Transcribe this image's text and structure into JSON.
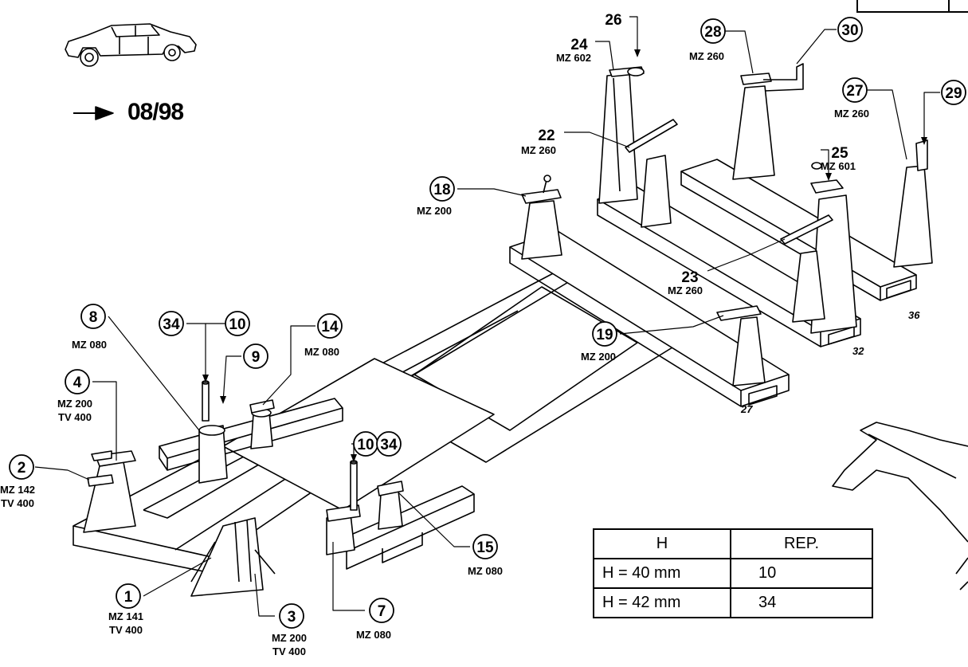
{
  "release": {
    "date": "08/98"
  },
  "table": {
    "headers": [
      "H",
      "REP."
    ],
    "rows": [
      {
        "height": "H = 40 mm",
        "rep": "10"
      },
      {
        "height": "H = 42 mm",
        "rep": "34"
      }
    ]
  },
  "callouts": [
    {
      "id": "c1",
      "num": "1",
      "circled": true,
      "codes": [
        "MZ 141",
        "TV 400"
      ]
    },
    {
      "id": "c2",
      "num": "2",
      "circled": true,
      "codes": [
        "MZ 142",
        "TV 400"
      ]
    },
    {
      "id": "c3",
      "num": "3",
      "circled": true,
      "codes": [
        "MZ 200",
        "TV 400"
      ]
    },
    {
      "id": "c4",
      "num": "4",
      "circled": true,
      "codes": [
        "MZ 200",
        "TV 400"
      ]
    },
    {
      "id": "c7",
      "num": "7",
      "circled": true,
      "codes": [
        "MZ 080"
      ]
    },
    {
      "id": "c8",
      "num": "8",
      "circled": true,
      "codes": [
        "MZ 080"
      ]
    },
    {
      "id": "c9",
      "num": "9",
      "circled": true,
      "codes": []
    },
    {
      "id": "c10a",
      "num": "10",
      "circled": true,
      "codes": []
    },
    {
      "id": "c34a",
      "num": "34",
      "circled": true,
      "codes": []
    },
    {
      "id": "c10b",
      "num": "10",
      "circled": true,
      "codes": []
    },
    {
      "id": "c34b",
      "num": "34",
      "circled": true,
      "codes": []
    },
    {
      "id": "c14",
      "num": "14",
      "circled": true,
      "codes": [
        "MZ 080"
      ]
    },
    {
      "id": "c15",
      "num": "15",
      "circled": true,
      "codes": [
        "MZ 080"
      ]
    },
    {
      "id": "c18",
      "num": "18",
      "circled": true,
      "codes": [
        "MZ 200"
      ]
    },
    {
      "id": "c19",
      "num": "19",
      "circled": true,
      "codes": [
        "MZ 200"
      ]
    },
    {
      "id": "c22",
      "num": "22",
      "circled": false,
      "codes": [
        "MZ 260"
      ]
    },
    {
      "id": "c23",
      "num": "23",
      "circled": false,
      "codes": [
        "MZ 260"
      ]
    },
    {
      "id": "c24",
      "num": "24",
      "circled": false,
      "codes": [
        "MZ 602"
      ]
    },
    {
      "id": "c25",
      "num": "25",
      "circled": false,
      "codes": [
        "MZ 601"
      ]
    },
    {
      "id": "c26",
      "num": "26",
      "circled": false,
      "codes": []
    },
    {
      "id": "c27",
      "num": "27",
      "circled": true,
      "codes": [
        "MZ 260"
      ]
    },
    {
      "id": "c28",
      "num": "28",
      "circled": true,
      "codes": [
        "MZ 260"
      ]
    },
    {
      "id": "c29",
      "num": "29",
      "circled": true,
      "codes": []
    },
    {
      "id": "c30",
      "num": "30",
      "circled": true,
      "codes": []
    }
  ],
  "beam_marks": [
    "27",
    "32",
    "36"
  ]
}
